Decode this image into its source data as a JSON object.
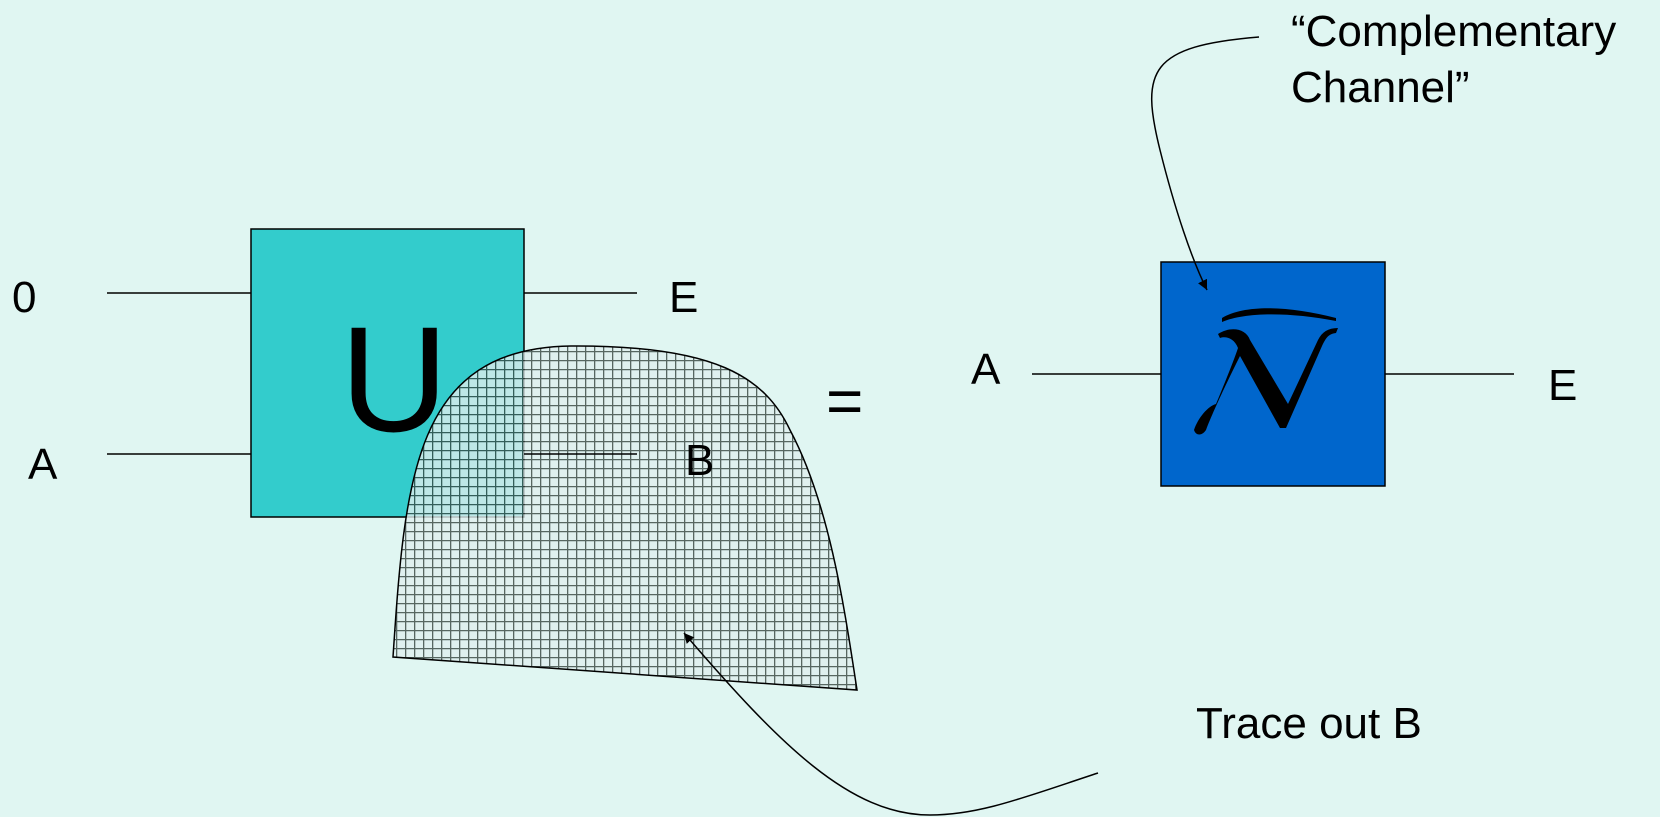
{
  "left_circuit": {
    "input_top": "0",
    "input_bottom": "A",
    "unitary": "U",
    "output_top": "E",
    "output_bottom": "B"
  },
  "equals": "=",
  "right_circuit": {
    "input": "A",
    "output": "E",
    "channel_symbol": "complementary-channel-N-hat-symbol"
  },
  "callouts": {
    "complementary_line1": "“Complementary",
    "complementary_line2": "Channel”",
    "trace_out": "Trace out B"
  },
  "colors": {
    "background": "#e0f6f2",
    "unitary_box": "#33cccc",
    "channel_box": "#0066cc",
    "trace_region": "#0f5a44"
  }
}
